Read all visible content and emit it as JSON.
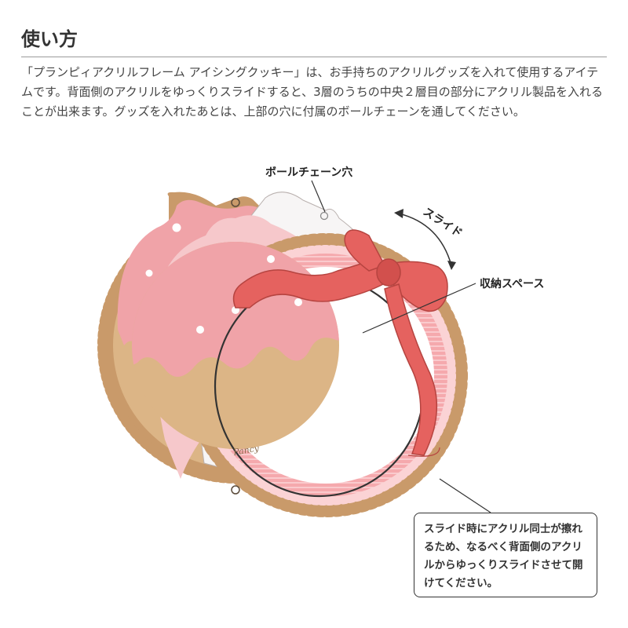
{
  "title": "使い方",
  "intro": "「プランピィアクリルフレーム アイシングクッキー」は、お手持ちのアクリルグッズを入れて使用するアイテムです。背面側のアクリルをゆっくりスライドすると、3層のうちの中央２層目の部分にアクリル製品を入れることが出来ます。グッズを入れたあとは、上部の穴に付属のボールチェーンを通してください。",
  "labels": {
    "chain_hole": "ボールチェーン穴",
    "slide": "スライド",
    "storage": "収納スペース",
    "logo": "Pancy"
  },
  "note": "スライド時にアクリル同士が擦れるため、なるべく背面側のアクリルからゆっくりスライドさせて開けてください。",
  "colors": {
    "cookie_edge": "#c99a6a",
    "cookie_base": "#dcb586",
    "icing_pink": "#f0a3a8",
    "frame_pink": "#f7b5b8",
    "ribbon_red": "#e5625f",
    "text": "#333333"
  }
}
